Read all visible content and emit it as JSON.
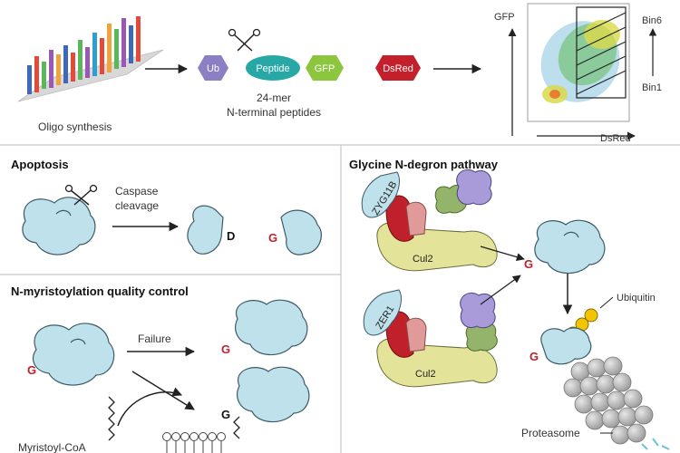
{
  "top": {
    "oligo_label": "Oligo synthesis",
    "construct": {
      "ub": "Ub",
      "peptide": "Peptide",
      "gfp": "GFP",
      "dsred": "DsRed"
    },
    "peptide_caption_line1": "24-mer",
    "peptide_caption_line2": "N-terminal peptides",
    "facs": {
      "y_axis": "GFP",
      "x_axis": "DsRed",
      "bin_top": "Bin6",
      "bin_bottom": "Bin1"
    }
  },
  "apoptosis": {
    "heading": "Apoptosis",
    "step_line1": "Caspase",
    "step_line2": "cleavage",
    "fragment_left_end": "D",
    "fragment_right_end": "G"
  },
  "myristoylation": {
    "heading": "N-myristoylation quality control",
    "failure_label": "Failure",
    "start_end": "G",
    "failure_end": "G",
    "success_end": "G",
    "cofactor": "Myristoyl-CoA"
  },
  "glycine": {
    "heading": "Glycine N-degron pathway",
    "receptor1": "ZYG11B",
    "receptor2": "ZER1",
    "cullin1": "Cul2",
    "cullin2": "Cul2",
    "substrate_end1": "G",
    "substrate_end2": "G",
    "ubiquitin": "Ubiquitin",
    "proteasome": "Proteasome"
  },
  "colors": {
    "protein_fill": "#bfe1ec",
    "ub": "#8d7fc4",
    "peptide": "#27a7a5",
    "gfp": "#8cc63f",
    "dsred": "#c4202c",
    "cullin": "#e3e39a",
    "receptor_red": "#c0202a",
    "ubiquitin": "#f2c500",
    "proteasome": "#b9b9b9"
  }
}
